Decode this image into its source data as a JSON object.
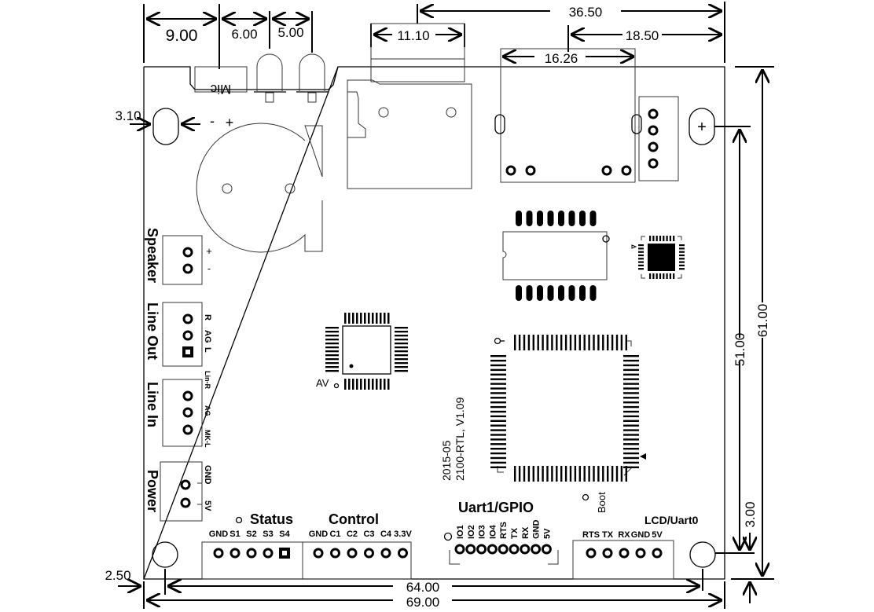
{
  "title": "PCB mechanical drawing 2100-RTL",
  "colors": {
    "ink": "#000000",
    "background": "#ffffff"
  },
  "dimensions": {
    "d_9": "9.00",
    "d_6": "6.00",
    "d_5": "5.00",
    "d_11_10": "11.10",
    "d_36_50": "36.50",
    "d_18_50": "18.50",
    "d_16_26": "16.26",
    "d_3_10": "3.10",
    "d_51": "51.00",
    "d_61": "61.00",
    "d_3": "3.00",
    "d_2_50": "2.50",
    "d_64": "64.00",
    "d_69": "69.00"
  },
  "board": {
    "mic_label": "Mic",
    "battery_minus": "-",
    "battery_plus": "+",
    "mount_plus": "+",
    "av_label": "AV",
    "boot_label": "Boot",
    "date_label": "2015-05",
    "version_label": "2100-RTL, V1.09"
  },
  "connectors": {
    "speaker": {
      "label": "Speaker",
      "pins": [
        "+",
        "-"
      ]
    },
    "line_out": {
      "label": "Line Out",
      "pins": [
        "R",
        "AG",
        "L"
      ]
    },
    "line_in": {
      "label": "Line In",
      "pins": [
        "Lin-R",
        "AG",
        "MK-L"
      ]
    },
    "power": {
      "label": "Power",
      "pins": [
        "GND",
        "5V"
      ]
    },
    "status": {
      "label": "Status",
      "pins": [
        "GND",
        "S1",
        "S2",
        "S3",
        "S4"
      ]
    },
    "control": {
      "label": "Control",
      "pins": [
        "GND",
        "C1",
        "C2",
        "C3",
        "C4",
        "3.3V"
      ]
    },
    "uart1": {
      "label": "Uart1/GPIO",
      "pins": [
        "IO1",
        "IO2",
        "IO3",
        "IO4",
        "RTS",
        "TX",
        "RX",
        "GND",
        "5V"
      ]
    },
    "lcd": {
      "label": "LCD/Uart0",
      "pins": [
        "RTS",
        "TX",
        "RX",
        "GND",
        "5V"
      ]
    }
  }
}
